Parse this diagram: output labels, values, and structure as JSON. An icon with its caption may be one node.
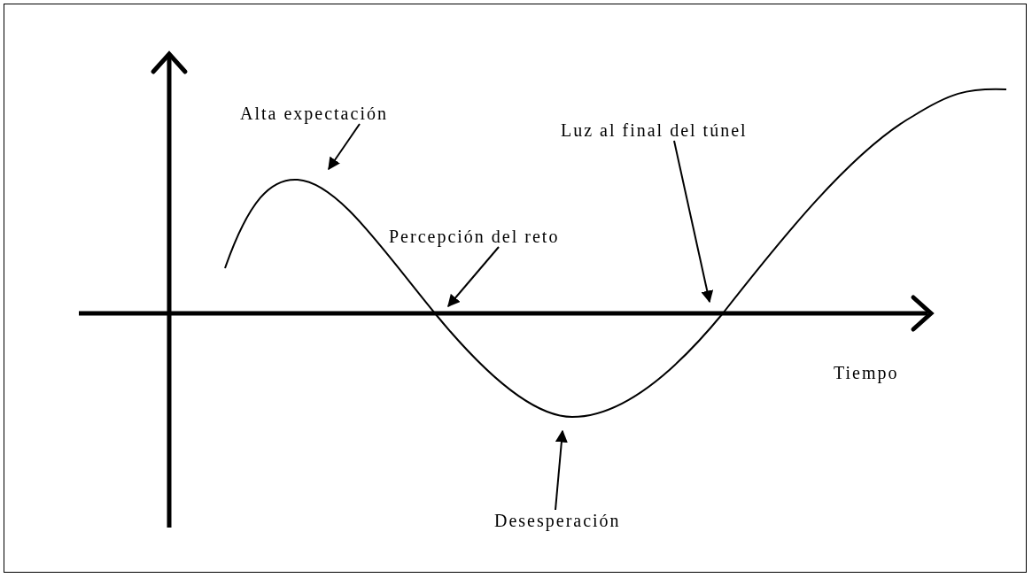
{
  "diagram": {
    "nodes": [
      {
        "text": [
          "Alta expectación"
        ]
      },
      {
        "text": [
          "Percepción del reto"
        ]
      },
      {
        "text": [
          "Luz al final del túnel"
        ]
      },
      {
        "text": [
          "Desesperación"
        ]
      }
    ],
    "edges": [
      {
        "from": 0,
        "to": null,
        "arrow": "to"
      },
      {
        "from": 1,
        "to": null,
        "arrow": "to"
      },
      {
        "from": 2,
        "to": null,
        "arrow": "to"
      },
      {
        "from": 3,
        "to": null,
        "arrow": "to"
      }
    ],
    "labels": [
      "Tiempo"
    ]
  }
}
